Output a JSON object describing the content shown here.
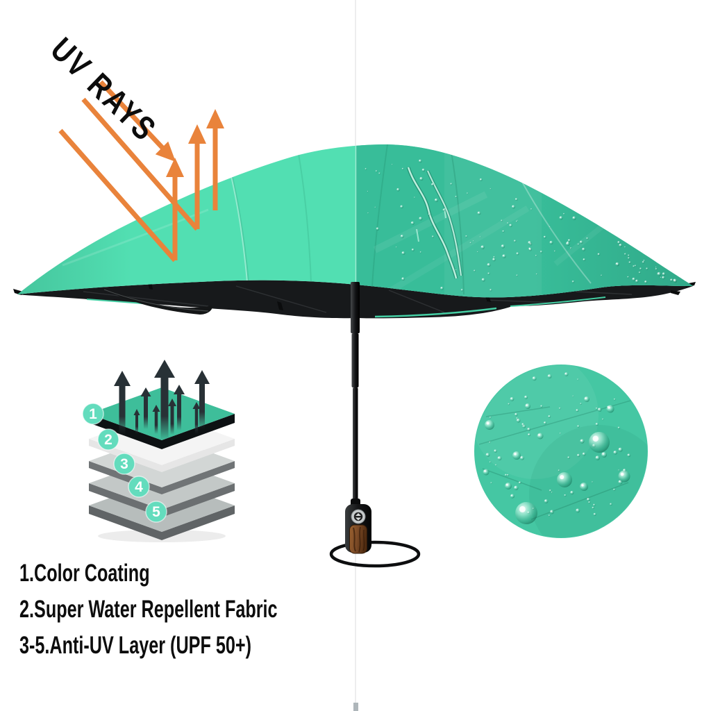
{
  "uv_label": {
    "text": "UV RAYS"
  },
  "feature_legend": {
    "lines": [
      "1.Color Coating",
      "2.Super Water Repellent Fabric",
      "3-5.Anti-UV Layer (UPF 50+)"
    ]
  },
  "layer_stack": {
    "badges": [
      "1",
      "2",
      "3",
      "4",
      "5"
    ]
  },
  "uv_diagram": {
    "incoming_ray_count": 3,
    "reflected_ray_count": 3
  },
  "colors": {
    "canopy_dry": "#52DFB2",
    "canopy_wet": "#38BD99",
    "uv_arrow_orange": "#E9833B",
    "badge_mint": "#63DCBD",
    "layer_teal": "#3EBE9A",
    "underside_black": "#17191B",
    "droplet_circle_teal": "#45C7A3",
    "handle_wood": "#8A5526",
    "legend_text": "#0D0D0D",
    "divider_gray": "#EDEDEE"
  }
}
